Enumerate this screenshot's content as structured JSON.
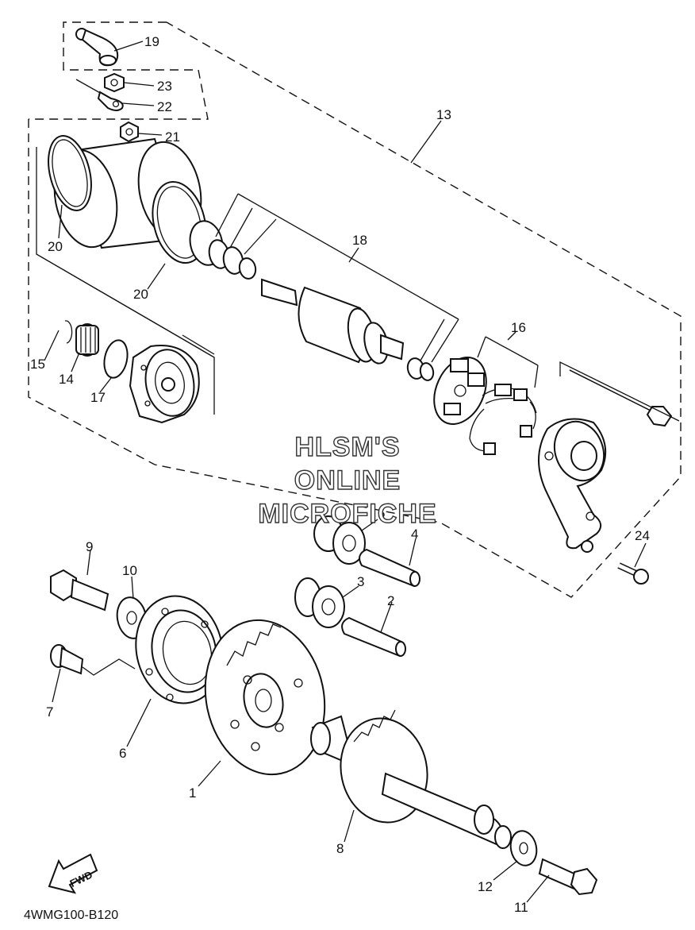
{
  "diagram_code": "4WMG100-B120",
  "fwd_label": "FWD",
  "watermark": [
    "HLSM'S",
    "ONLINE",
    "MICROFICHE"
  ],
  "callouts": [
    "1",
    "2",
    "3",
    "4",
    "5",
    "6",
    "7",
    "8",
    "9",
    "10",
    "11",
    "12",
    "13",
    "14",
    "15",
    "16",
    "17",
    "18",
    "19",
    "20",
    "20",
    "21",
    "22",
    "23",
    "24"
  ]
}
